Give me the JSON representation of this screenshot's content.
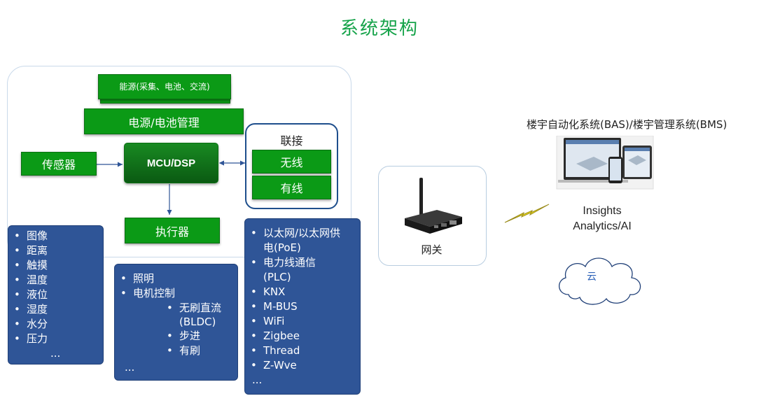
{
  "title": "系统架构",
  "energy": "能源(采集、电池、交流)",
  "power_mgmt": "电源/电池管理",
  "sensor": "传感器",
  "mcu": "MCU/DSP",
  "actuator": "执行器",
  "connect": {
    "title": "联接",
    "wireless": "无线",
    "wired": "有线"
  },
  "sensor_list": [
    "图像",
    "距离",
    "触摸",
    "温度",
    "液位",
    "湿度",
    "水分",
    "压力",
    "..."
  ],
  "actuator_list": {
    "items": [
      "照明",
      "电机控制"
    ],
    "sub_items": [
      "无刷直流 (BLDC)",
      "步进",
      "有刷"
    ],
    "more": "..."
  },
  "connect_list": [
    "以太网/以太网供电(PoE)",
    "电力线通信 (PLC)",
    "KNX",
    "M-BUS",
    "WiFi",
    "Zigbee",
    "Thread",
    "Z-Wve",
    "..."
  ],
  "gateway": "网关",
  "bms_title": "楼宇自动化系统(BAS)/楼宇管理系统(BMS)",
  "insights": [
    "Insights",
    "Analytics/AI"
  ],
  "cloud": "云",
  "colors": {
    "green": "#0b9a16",
    "blue": "#2f5597",
    "title": "#16a34a",
    "cloud": "#2e63b8"
  },
  "icons": [
    "gateway-router-icon",
    "lightning-icon",
    "devices-icon",
    "cloud-icon"
  ]
}
